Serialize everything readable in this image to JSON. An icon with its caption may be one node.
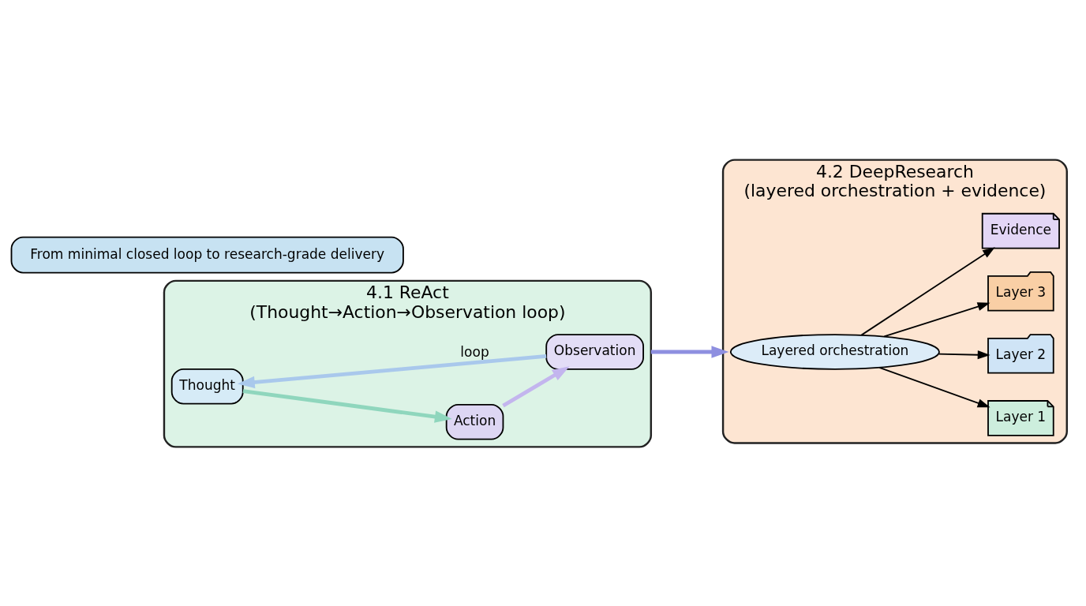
{
  "diagram": {
    "nodes": [
      {
        "text": [
          "4.1 ReAct",
          "(Thought→Action→Observation loop)"
        ]
      },
      {
        "text": [
          "Thought"
        ],
        "in": 0
      },
      {
        "text": [
          "Action"
        ],
        "in": 0
      },
      {
        "text": [
          "Observation"
        ],
        "in": 0
      },
      {
        "text": [
          "4.2 DeepResearch",
          "(layered orchestration + evidence)"
        ]
      },
      {
        "text": [
          "Layer 1"
        ],
        "in": 4
      },
      {
        "text": [
          "Layer 2"
        ],
        "in": 4
      },
      {
        "text": [
          "Layer 3"
        ],
        "in": 4
      },
      {
        "text": [
          "Evidence"
        ],
        "in": 4
      },
      {
        "text": [
          "Layered orchestration"
        ],
        "in": 4
      },
      {
        "text": [
          "From minimal closed loop to research-grade delivery"
        ]
      }
    ],
    "edges": [
      {
        "from": 1,
        "to": 2,
        "arrow": "to",
        "style": "thick",
        "color": "#8fd6bd"
      },
      {
        "from": 2,
        "to": 3,
        "arrow": "to",
        "style": "thick",
        "color": "#c3b5ee"
      },
      {
        "from": 3,
        "to": 1,
        "arrow": "to",
        "label": "loop",
        "style": "thick",
        "color": "#a9c8ec"
      },
      {
        "from": 0,
        "to": 4,
        "arrow": "to",
        "style": "thick",
        "color": "#8e8fe0"
      },
      {
        "from": 9,
        "to": 5,
        "arrow": "to"
      },
      {
        "from": 9,
        "to": 6,
        "arrow": "to"
      },
      {
        "from": 9,
        "to": 7,
        "arrow": "to"
      },
      {
        "from": 9,
        "to": 8,
        "arrow": "to"
      }
    ]
  }
}
